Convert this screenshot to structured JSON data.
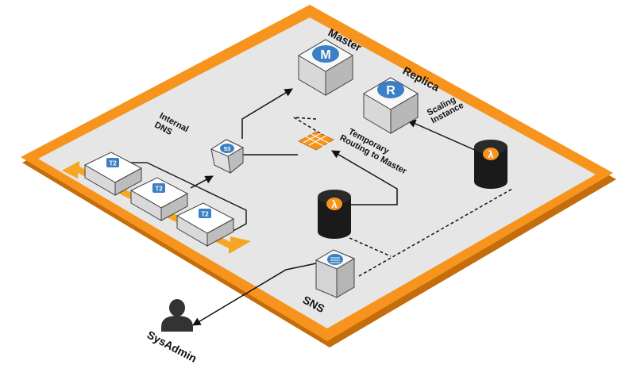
{
  "labels": {
    "master": "Master",
    "replica": "Replica",
    "internal_dns": "Internal\nDNS",
    "temporary_routing": "Temporary\nRouting to Master",
    "scaling_instance": "Scaling\nInstance",
    "sns": "SNS",
    "sysadmin": "SysAdmin"
  },
  "icons": {
    "master_letter": "M",
    "replica_letter": "R",
    "dns_letter": "53",
    "instance_tag": "T2",
    "lambda_symbol": "λ"
  },
  "colors": {
    "region_border": "#f7941d",
    "region_fill": "#e8e8e8",
    "aws_blue": "#3b7fc4",
    "lambda_orange": "#f7941d",
    "arrow_yellow": "#f5a623",
    "dark": "#222222"
  }
}
